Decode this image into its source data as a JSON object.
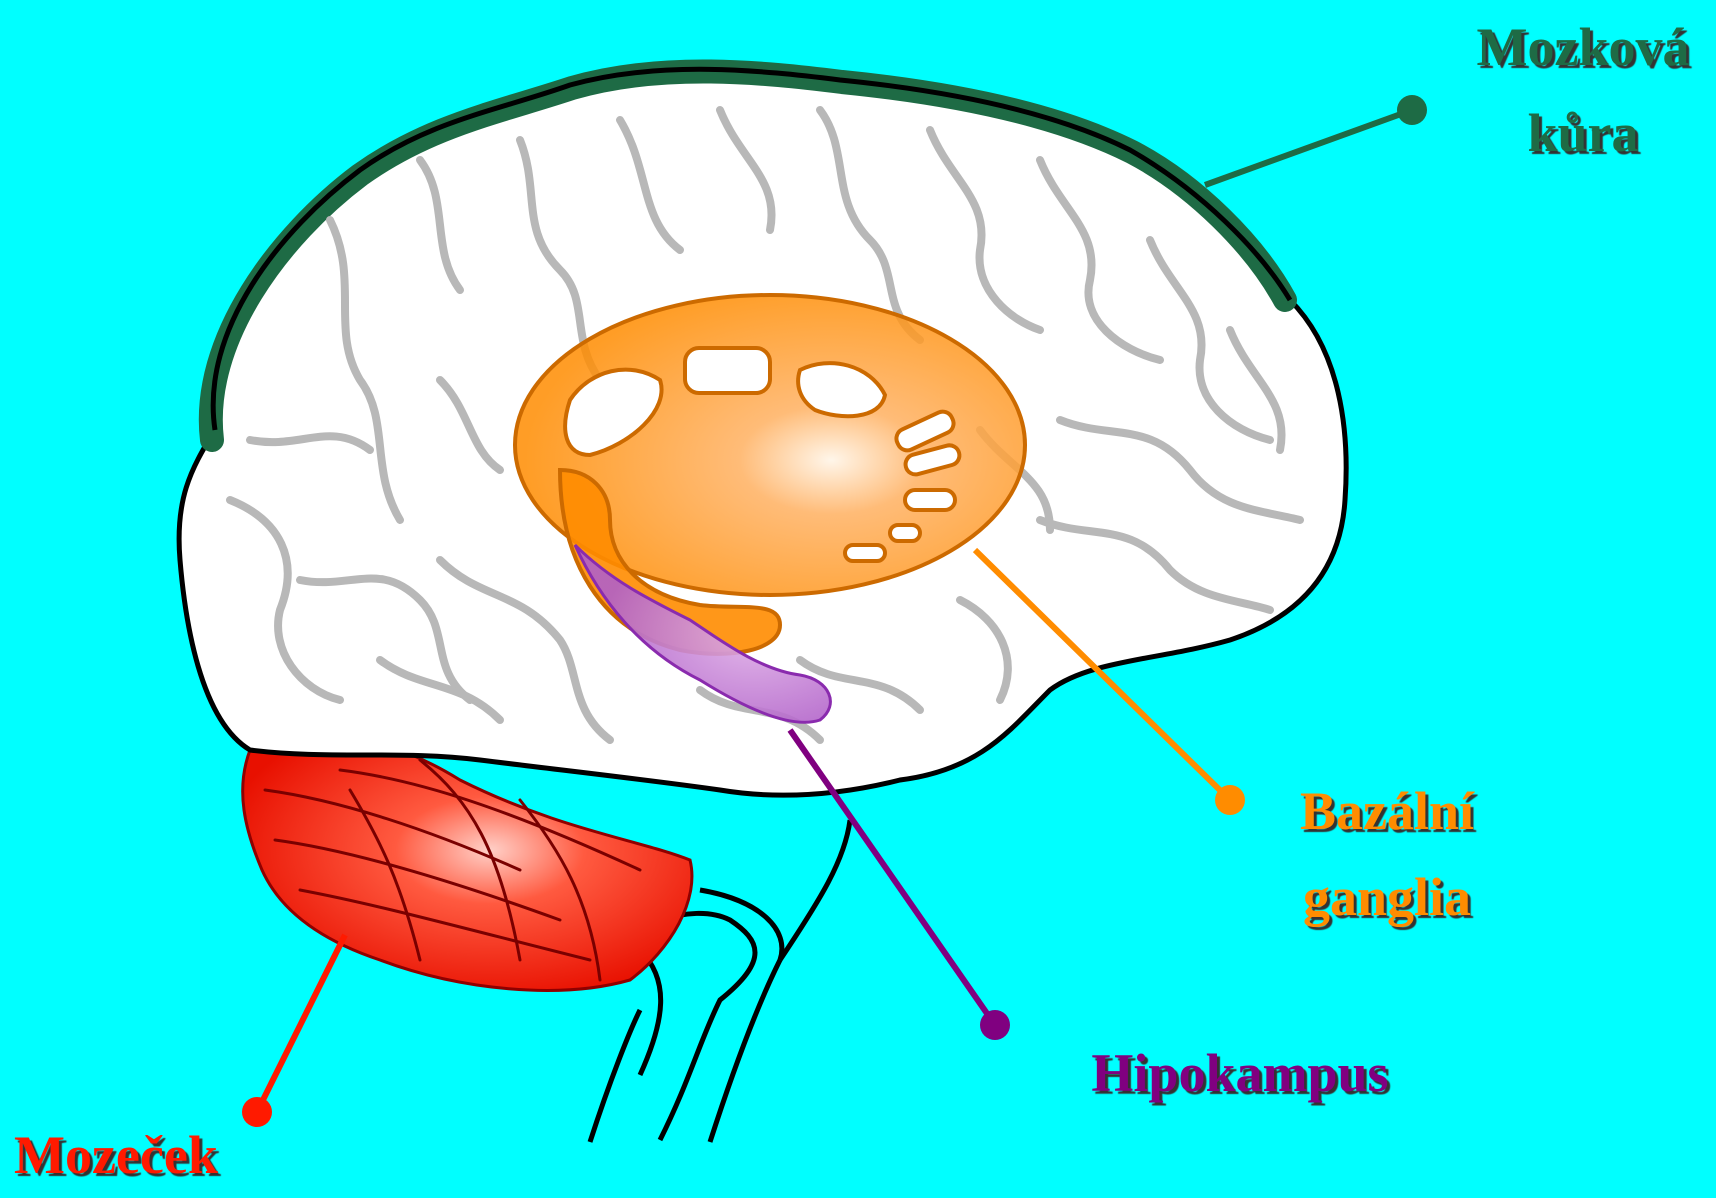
{
  "labels": {
    "cortex": [
      "Mozková",
      "kůra"
    ],
    "basal_ganglia": [
      "Bazální",
      "ganglia"
    ],
    "hippocampus": "Hipokampus",
    "cerebellum": "Mozeček"
  },
  "colors": {
    "background": "#00FFFF",
    "cortex": "#1E6B45",
    "basal_ganglia": "#FF8C00",
    "hippocampus": "#800080",
    "cerebellum": "#FF1A00",
    "brain": "#FFFFFF",
    "sulci": "#B8B8B8"
  }
}
